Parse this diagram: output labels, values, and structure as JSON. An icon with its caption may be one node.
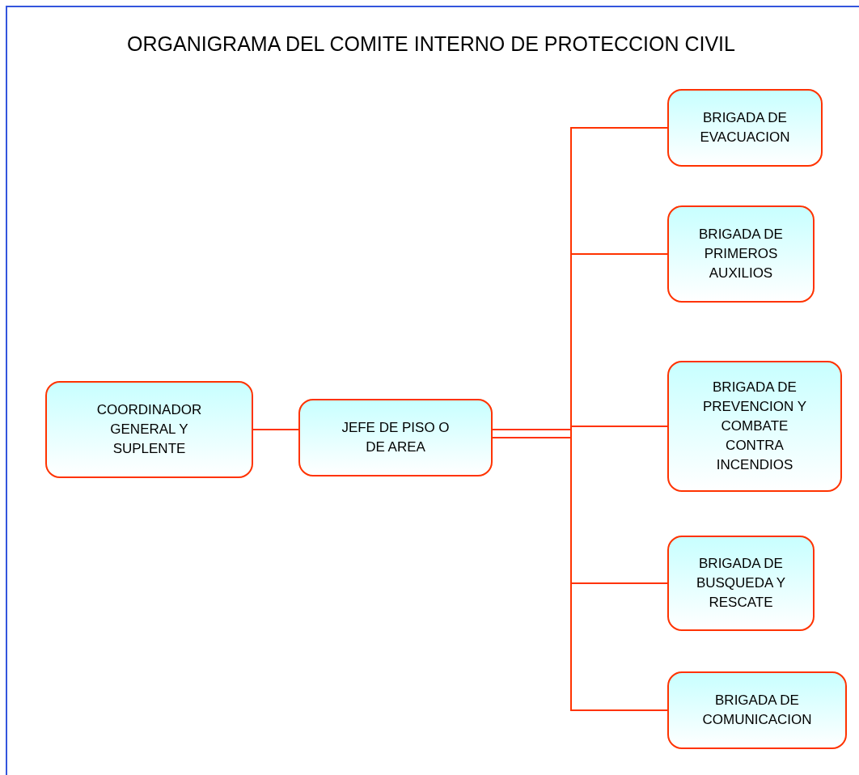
{
  "diagram": {
    "title": "ORGANIGRAMA DEL COMITE INTERNO DE PROTECCION CIVIL",
    "nodes": [
      {
        "text": [
          "COORDINADOR GENERAL Y SUPLENTE"
        ]
      },
      {
        "text": [
          "JEFE DE PISO O DE AREA"
        ]
      },
      {
        "text": [
          "BRIGADA DE EVACUACION"
        ]
      },
      {
        "text": [
          "BRIGADA DE PRIMEROS AUXILIOS"
        ]
      },
      {
        "text": [
          "BRIGADA DE PREVENCION Y COMBATE CONTRA INCENDIOS"
        ]
      },
      {
        "text": [
          "BRIGADA DE BUSQUEDA Y RESCATE"
        ]
      },
      {
        "text": [
          "BRIGADA DE COMUNICACION"
        ]
      }
    ],
    "edges": [
      {
        "from": 0,
        "to": 1,
        "arrow": "none"
      },
      {
        "from": 1,
        "to": 2,
        "arrow": "none"
      },
      {
        "from": 1,
        "to": 3,
        "arrow": "none"
      },
      {
        "from": 1,
        "to": 4,
        "arrow": "none"
      },
      {
        "from": 1,
        "to": 5,
        "arrow": "none"
      },
      {
        "from": 1,
        "to": 6,
        "arrow": "none"
      }
    ]
  }
}
